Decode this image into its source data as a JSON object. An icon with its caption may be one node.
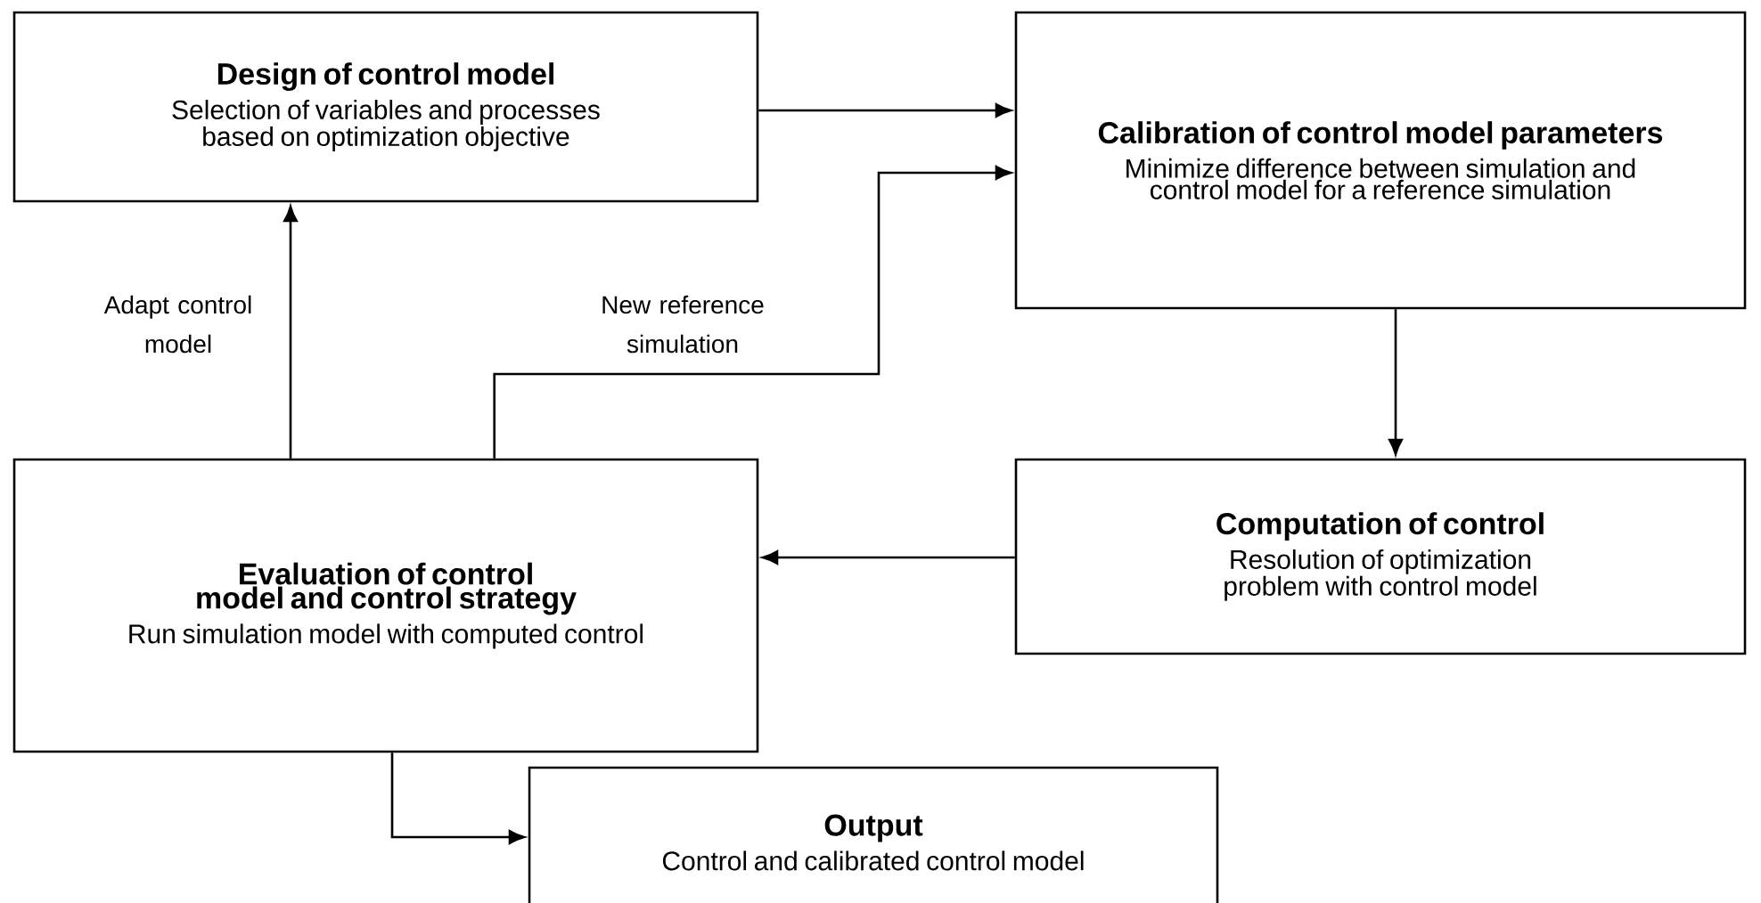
{
  "diagram": {
    "nodes": [
      {
        "text": [
          "Design of control model",
          "Selection of variables and processes based on optimization objective"
        ]
      },
      {
        "text": [
          "Calibration of control model parameters",
          "Minimize difference between simulation and control model for a reference simulation"
        ]
      },
      {
        "text": [
          "Evaluation of control model and control strategy",
          "Run simulation model with computed control"
        ]
      },
      {
        "text": [
          "Computation of control",
          "Resolution of optimization problem with control model"
        ]
      },
      {
        "text": [
          "Output",
          "Control and calibrated control model"
        ]
      }
    ],
    "edges": [
      {
        "from": 0,
        "to": 1,
        "arrow": "to"
      },
      {
        "from": 2,
        "to": 1,
        "arrow": "to",
        "label": "New reference simulation"
      },
      {
        "from": 1,
        "to": 3,
        "arrow": "to"
      },
      {
        "from": 3,
        "to": 2,
        "arrow": "to"
      },
      {
        "from": 2,
        "to": 0,
        "arrow": "to",
        "label": "Adapt control model"
      },
      {
        "from": 2,
        "to": 4,
        "arrow": "to"
      }
    ]
  }
}
